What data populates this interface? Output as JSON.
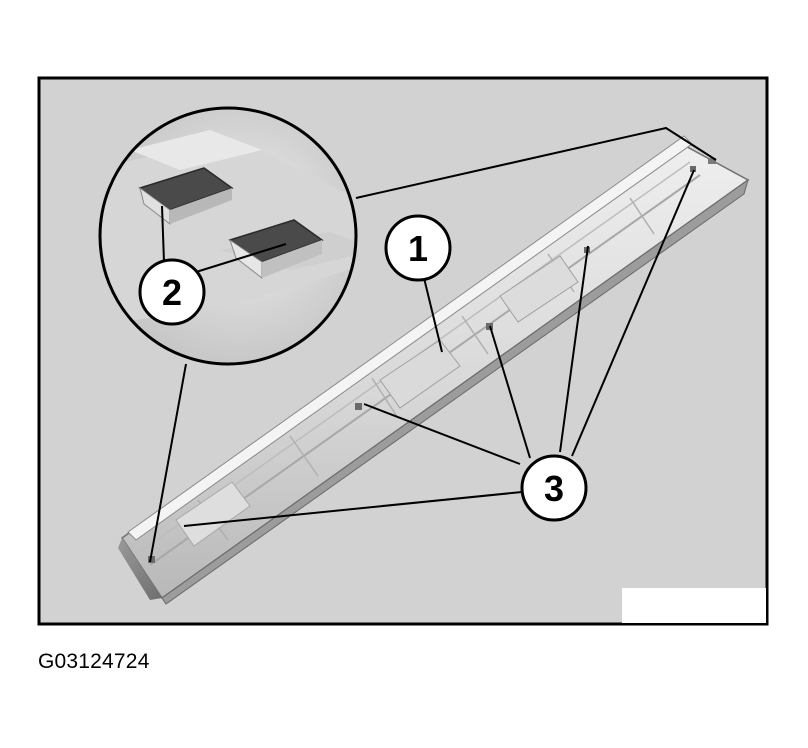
{
  "figure": {
    "callouts": {
      "one": "1",
      "two": "2",
      "three": "3"
    },
    "caption": "G03124724"
  },
  "colors": {
    "frame_background": "#d2d2d2",
    "part_light": "#e4e4e4",
    "part_mid": "#c8c8c8",
    "part_dark": "#8a8a8a",
    "line": "#000000"
  }
}
